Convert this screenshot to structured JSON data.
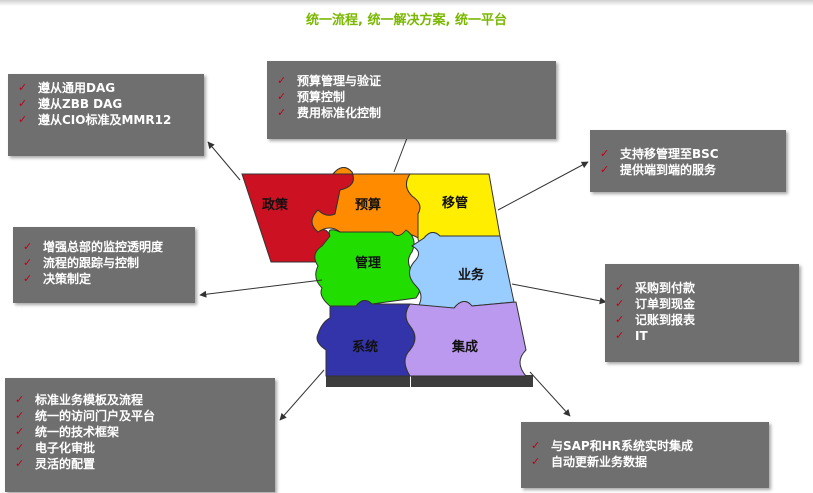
{
  "title": "统一流程, 统一解决方案, 统一平台",
  "pieces": {
    "policy": "政策",
    "budget": "预算",
    "mobile": "移管",
    "manage": "管理",
    "business": "业务",
    "system": "系统",
    "integration": "集成"
  },
  "boxes": {
    "policy": [
      "遵从通用DAG",
      "遵从ZBB DAG",
      "遵从CIO标准及MMR12"
    ],
    "budget": [
      "预算管理与验证",
      "预算控制",
      "费用标准化控制"
    ],
    "mobile": [
      "支持移管理至BSC",
      "提供端到端的服务"
    ],
    "manage": [
      "增强总部的监控透明度",
      "流程的跟踪与控制",
      "决策制定"
    ],
    "business": [
      "采购到付款",
      "订单到现金",
      "记账到报表",
      "IT"
    ],
    "system": [
      "标准业务模板及流程",
      "统一的访问门户及平台",
      "统一的技术框架",
      "电子化审批",
      "灵活的配置"
    ],
    "integration": [
      "与SAP和HR系统实时集成",
      "自动更新业务数据"
    ]
  },
  "colors": {
    "policy": "#cc1122",
    "budget": "#ff8c00",
    "mobile": "#ffee00",
    "manage": "#22dd00",
    "business": "#99ccff",
    "system": "#3333aa",
    "integration": "#bb99ee",
    "box": "#6f6f6f",
    "check": "#c0001a",
    "title": "#7ab800"
  }
}
